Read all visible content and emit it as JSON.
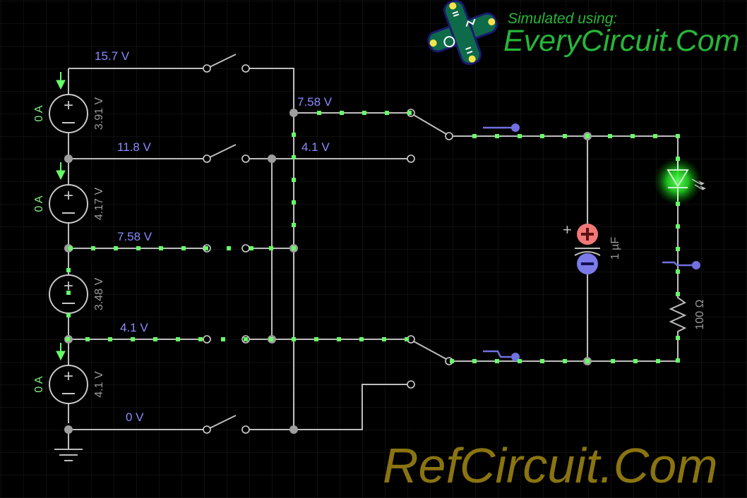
{
  "watermark": {
    "sim_line1": "Simulated using:",
    "sim_line2": "EveryCircuit.Com",
    "ref": "RefCircuit.Com"
  },
  "colors": {
    "background": "#000000",
    "grid": "#1f1f1f",
    "wire": "#bdbdbd",
    "current_dot": "#66ff66",
    "voltage_label": "#8a8cff",
    "led_glow": "#22dd22",
    "cap_positive": "#f07878",
    "cap_negative": "#7a7ae8"
  },
  "node_voltages": {
    "v1": "15.7 V",
    "v2": "11.8 V",
    "v3": "7.58 V",
    "v4": "4.1 V",
    "v5": "0 V",
    "bus_a": "7.58 V",
    "bus_b": "4.1 V"
  },
  "sources": [
    {
      "current": "0 A",
      "voltage": "3.91 V"
    },
    {
      "current": "0 A",
      "voltage": "4.17 V"
    },
    {
      "current": "",
      "voltage": "3.48 V"
    },
    {
      "current": "0 A",
      "voltage": "4.1 V"
    }
  ],
  "capacitor": {
    "value": "1 µF",
    "plus_sign": "+"
  },
  "resistor": {
    "value": "100 Ω"
  },
  "icons": [
    "battery-icon",
    "switch-icon",
    "capacitor-icon",
    "led-icon",
    "resistor-icon",
    "ground-icon",
    "probe-icon",
    "everycircuit-logo-icon"
  ]
}
